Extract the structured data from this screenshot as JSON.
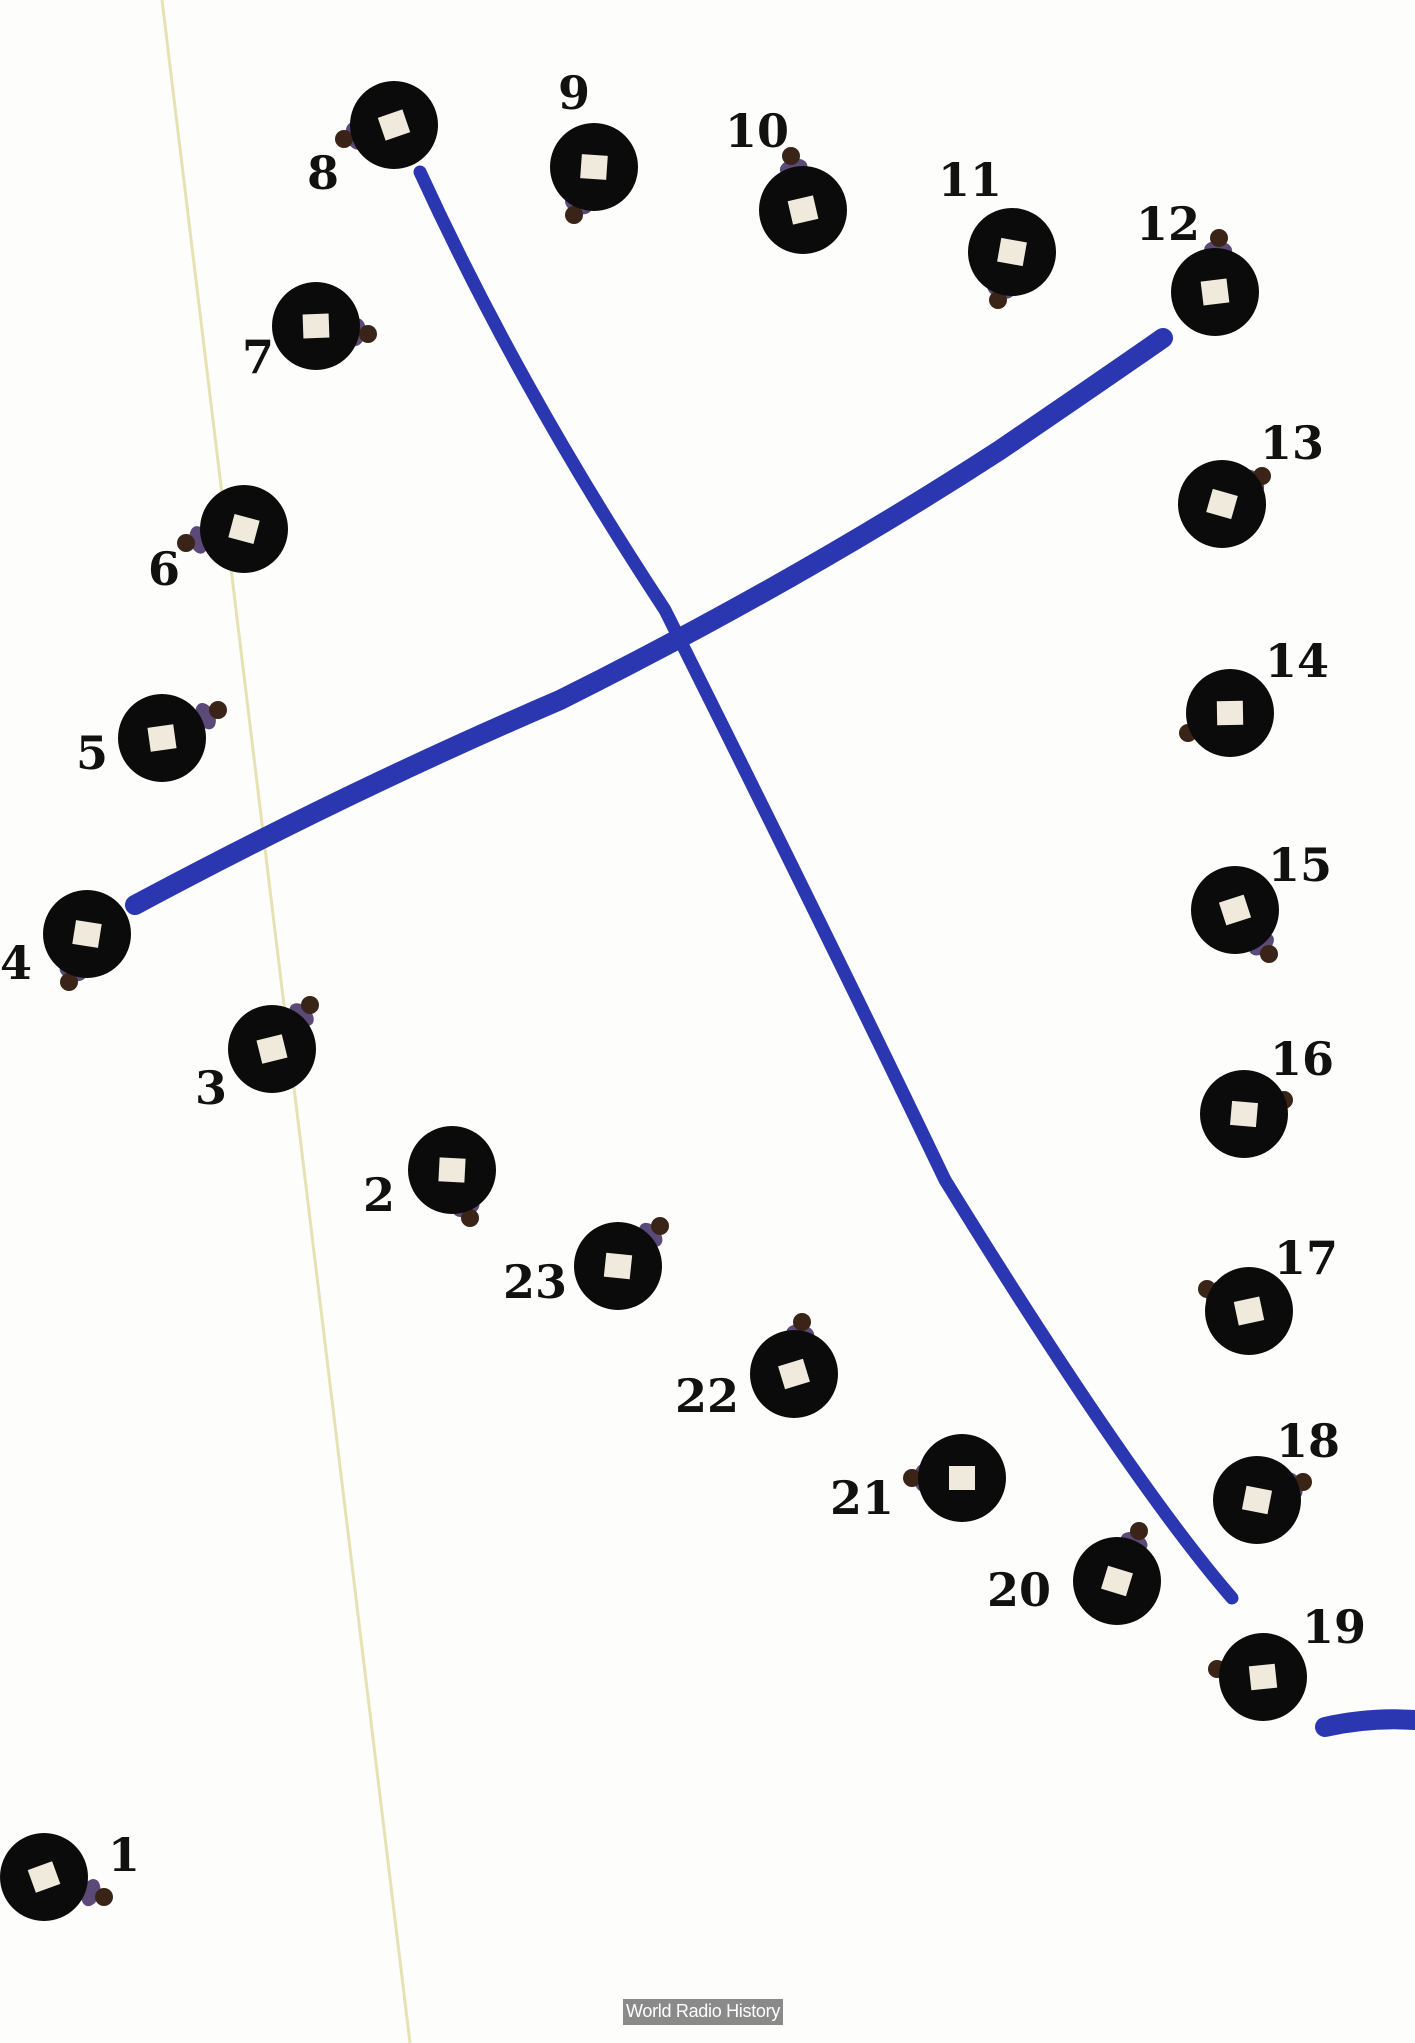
{
  "figures": [
    {
      "label": "1"
    },
    {
      "label": "2"
    },
    {
      "label": "3"
    },
    {
      "label": "4"
    },
    {
      "label": "5"
    },
    {
      "label": "6"
    },
    {
      "label": "7"
    },
    {
      "label": "8"
    },
    {
      "label": "9"
    },
    {
      "label": "10"
    },
    {
      "label": "11"
    },
    {
      "label": "12"
    },
    {
      "label": "13"
    },
    {
      "label": "14"
    },
    {
      "label": "15"
    },
    {
      "label": "16"
    },
    {
      "label": "17"
    },
    {
      "label": "18"
    },
    {
      "label": "19"
    },
    {
      "label": "20"
    },
    {
      "label": "21"
    },
    {
      "label": "22"
    },
    {
      "label": "23"
    }
  ],
  "colors": {
    "background": "#fdfdfb",
    "stroke_blue": "#2a37b0",
    "disc": "#0b0b0b",
    "paper": "#efeadb",
    "margin_line": "#e6e2b4"
  },
  "watermark": "World Radio History"
}
